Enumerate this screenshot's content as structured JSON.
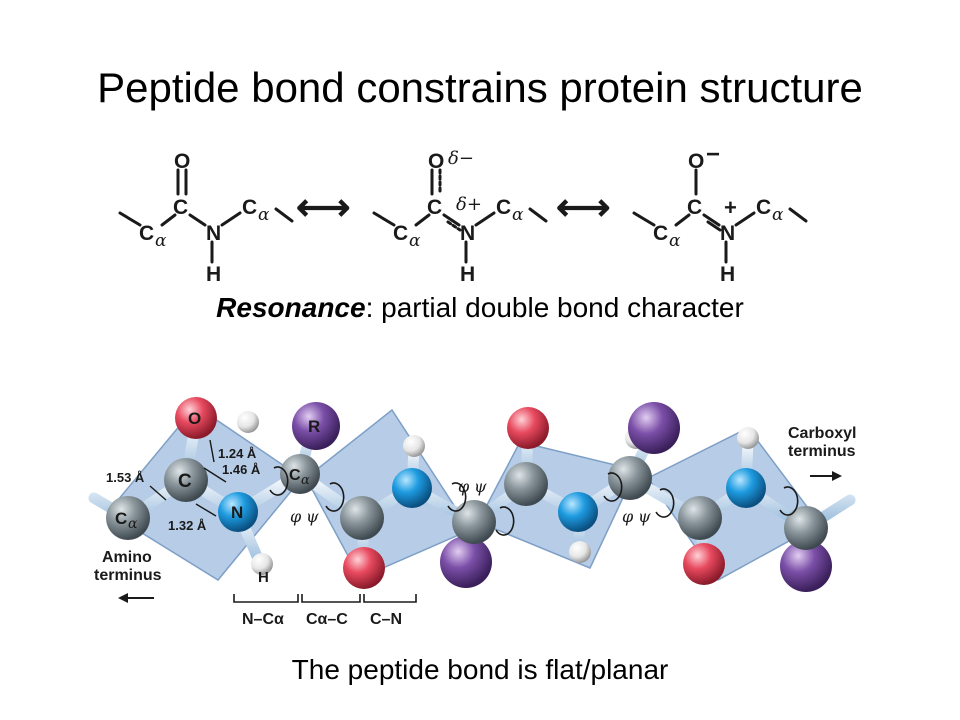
{
  "title": "Peptide bond constrains protein structure",
  "resonance": {
    "term": "Resonance",
    "rest": ": partial double bond character",
    "structures": {
      "s1": {
        "o": "O",
        "c": "C",
        "n": "N",
        "h": "H",
        "ca_left": "C",
        "ca_right": "C",
        "alpha": "α"
      },
      "s2": {
        "o": "O",
        "c": "C",
        "n": "N",
        "h": "H",
        "ca_left": "C",
        "ca_right": "C",
        "alpha": "α",
        "delta_minus": "δ−",
        "delta_plus": "δ+"
      },
      "s3": {
        "o": "O",
        "c": "C",
        "n": "N",
        "h": "H",
        "ca_left": "C",
        "ca_right": "C",
        "alpha": "α",
        "o_charge": "−",
        "n_charge": "+"
      }
    },
    "arrow_symbol": "⟷"
  },
  "model": {
    "atom_labels": {
      "o": "O",
      "r": "R",
      "c": "C",
      "n": "N",
      "ca": "C",
      "ca2": "C",
      "h": "H",
      "alpha": "α"
    },
    "bond_lengths": {
      "co": "1.24 Å",
      "cn": "1.46 Å",
      "cac": "1.53 Å",
      "nc": "1.32 Å"
    },
    "angles": {
      "phi": "φ",
      "psi": "ψ"
    },
    "amino_terminus": {
      "line1": "Amino",
      "line2": "terminus"
    },
    "carboxyl_terminus": {
      "line1": "Carboxyl",
      "line2": "terminus"
    },
    "brackets": {
      "n_ca": "N–Cα",
      "ca_c": "Cα–C",
      "c_n": "C–N"
    },
    "colors": {
      "oxygen": "#e84a5f",
      "nitrogen": "#1e9be0",
      "carbon": "#7f8c93",
      "r_group": "#7b4fa8",
      "hydrogen": "#f0f0f0",
      "plane": "#a9c3e3"
    }
  },
  "caption": "The peptide bond is flat/planar"
}
